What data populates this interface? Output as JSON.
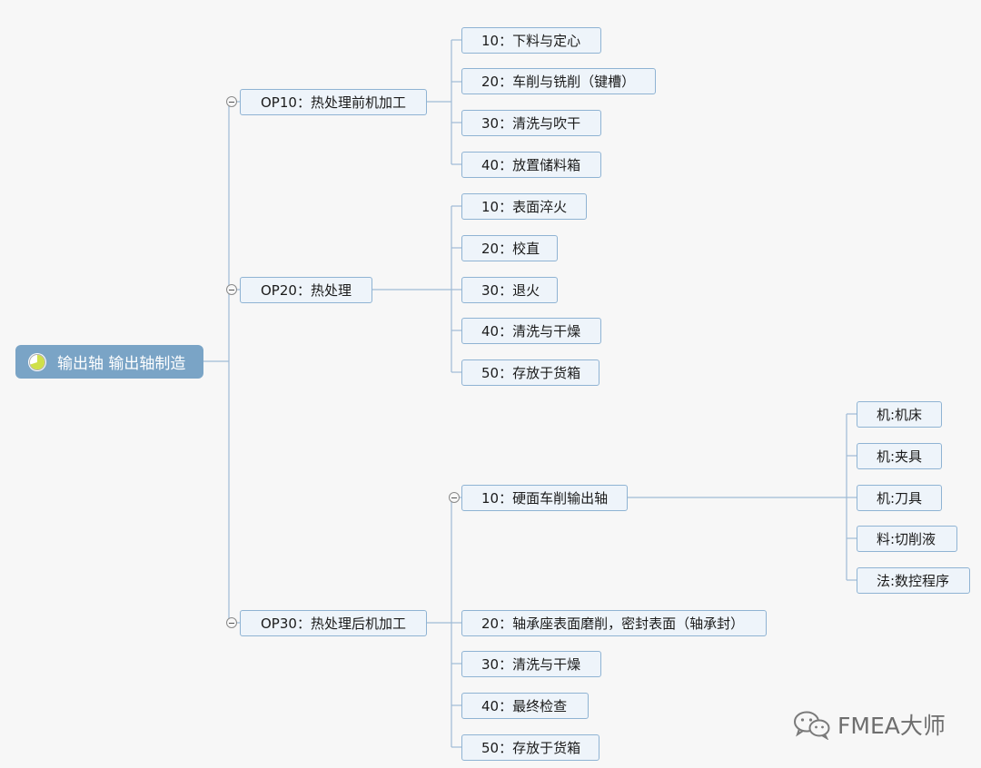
{
  "root": {
    "title": "输出轴 输出轴制造",
    "icon": "progress-pie-icon"
  },
  "operations": [
    {
      "label": "OP10：热处理前机加工",
      "steps": [
        "10：下料与定心",
        "20：车削与铣削（键槽）",
        "30：清洗与吹干",
        "40：放置储料箱"
      ]
    },
    {
      "label": "OP20：热处理",
      "steps": [
        "10：表面淬火",
        "20：校直",
        "30：退火",
        "40：清洗与干燥",
        "50：存放于货箱"
      ]
    },
    {
      "label": "OP30：热处理后机加工",
      "steps": [
        "10：硬面车削输出轴",
        "20：轴承座表面磨削，密封表面（轴承封）",
        "30：清洗与干燥",
        "40：最终检查",
        "50：存放于货箱"
      ]
    }
  ],
  "factors": {
    "parent": "10：硬面车削输出轴",
    "items": [
      "机:机床",
      "机:夹具",
      "机:刀具",
      "料:切削液",
      "法:数控程序"
    ]
  },
  "watermark": {
    "text": "FMEA大师",
    "icon": "wechat-icon"
  }
}
